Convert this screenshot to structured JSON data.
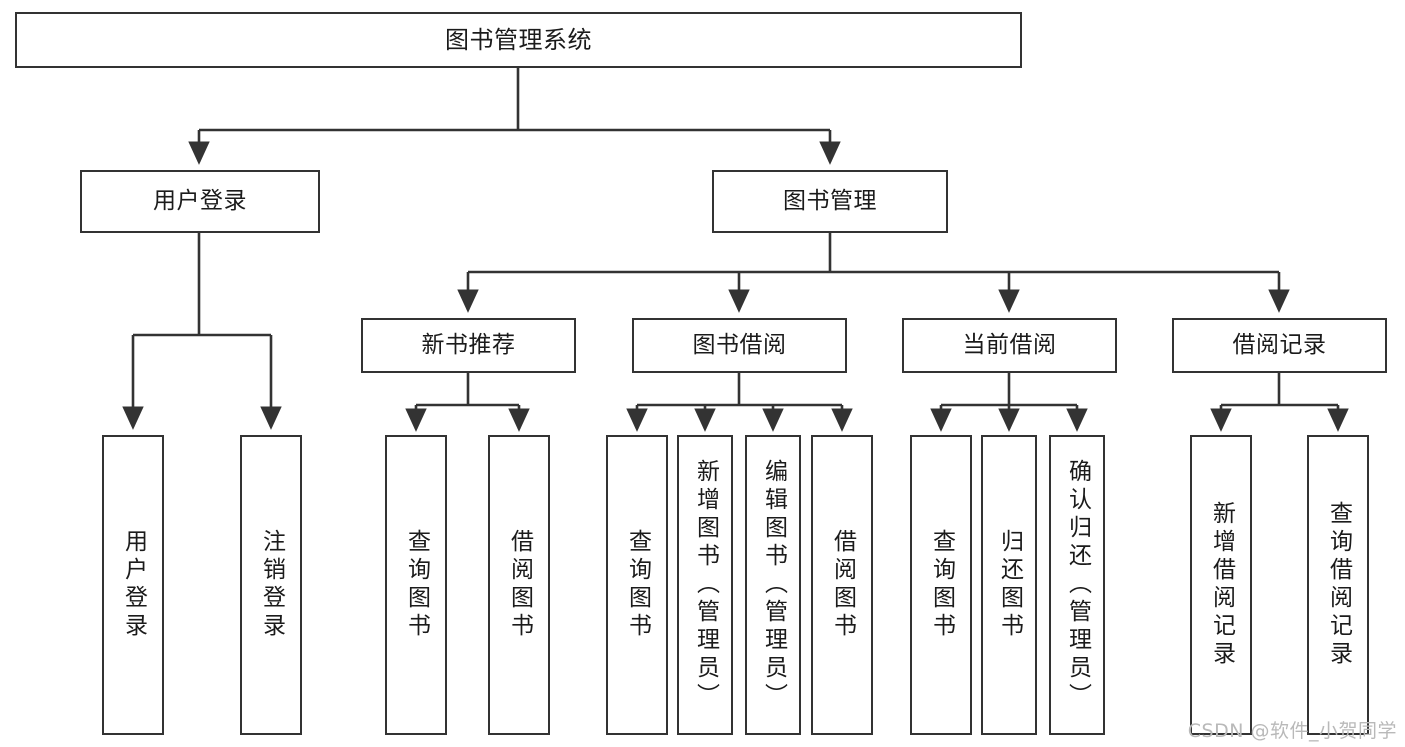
{
  "diagram": {
    "title": "图书管理系统",
    "type": "tree",
    "root": {
      "id": "root",
      "label": "图书管理系统"
    },
    "level2": [
      {
        "id": "user-login",
        "label": "用户登录"
      },
      {
        "id": "book-manage",
        "label": "图书管理"
      }
    ],
    "level3": [
      {
        "id": "new-book-rec",
        "label": "新书推荐",
        "parent": "book-manage"
      },
      {
        "id": "book-borrow",
        "label": "图书借阅",
        "parent": "book-manage"
      },
      {
        "id": "current-borrow",
        "label": "当前借阅",
        "parent": "book-manage"
      },
      {
        "id": "borrow-record",
        "label": "借阅记录",
        "parent": "book-manage"
      }
    ],
    "leaves": [
      {
        "id": "leaf-user-login",
        "label": "用户登录",
        "parent": "user-login"
      },
      {
        "id": "leaf-logout-login",
        "label": "注销登录",
        "parent": "user-login"
      },
      {
        "id": "leaf-query-book-rec",
        "label": "查询图书",
        "parent": "new-book-rec"
      },
      {
        "id": "leaf-borrow-book-rec",
        "label": "借阅图书",
        "parent": "new-book-rec"
      },
      {
        "id": "leaf-query-book-borrow",
        "label": "查询图书",
        "parent": "book-borrow"
      },
      {
        "id": "leaf-add-book",
        "label": "新增图书（管理员）",
        "parent": "book-borrow"
      },
      {
        "id": "leaf-edit-book",
        "label": "编辑图书（管理员）",
        "parent": "book-borrow"
      },
      {
        "id": "leaf-borrow-book",
        "label": "借阅图书",
        "parent": "book-borrow"
      },
      {
        "id": "leaf-query-book-current",
        "label": "查询图书",
        "parent": "current-borrow"
      },
      {
        "id": "leaf-return-book",
        "label": "归还图书",
        "parent": "current-borrow"
      },
      {
        "id": "leaf-confirm-return",
        "label": "确认归还（管理员）",
        "parent": "current-borrow"
      },
      {
        "id": "leaf-add-record",
        "label": "新增借阅记录",
        "parent": "borrow-record"
      },
      {
        "id": "leaf-query-record",
        "label": "查询借阅记录",
        "parent": "borrow-record"
      }
    ],
    "colors": {
      "stroke": "#333333",
      "fill": "#ffffff",
      "text": "#1b1b1b",
      "watermark": "#b9b9b9",
      "background": "#ffffff"
    }
  },
  "watermark": {
    "text": "CSDN @软件_小贺同学"
  }
}
